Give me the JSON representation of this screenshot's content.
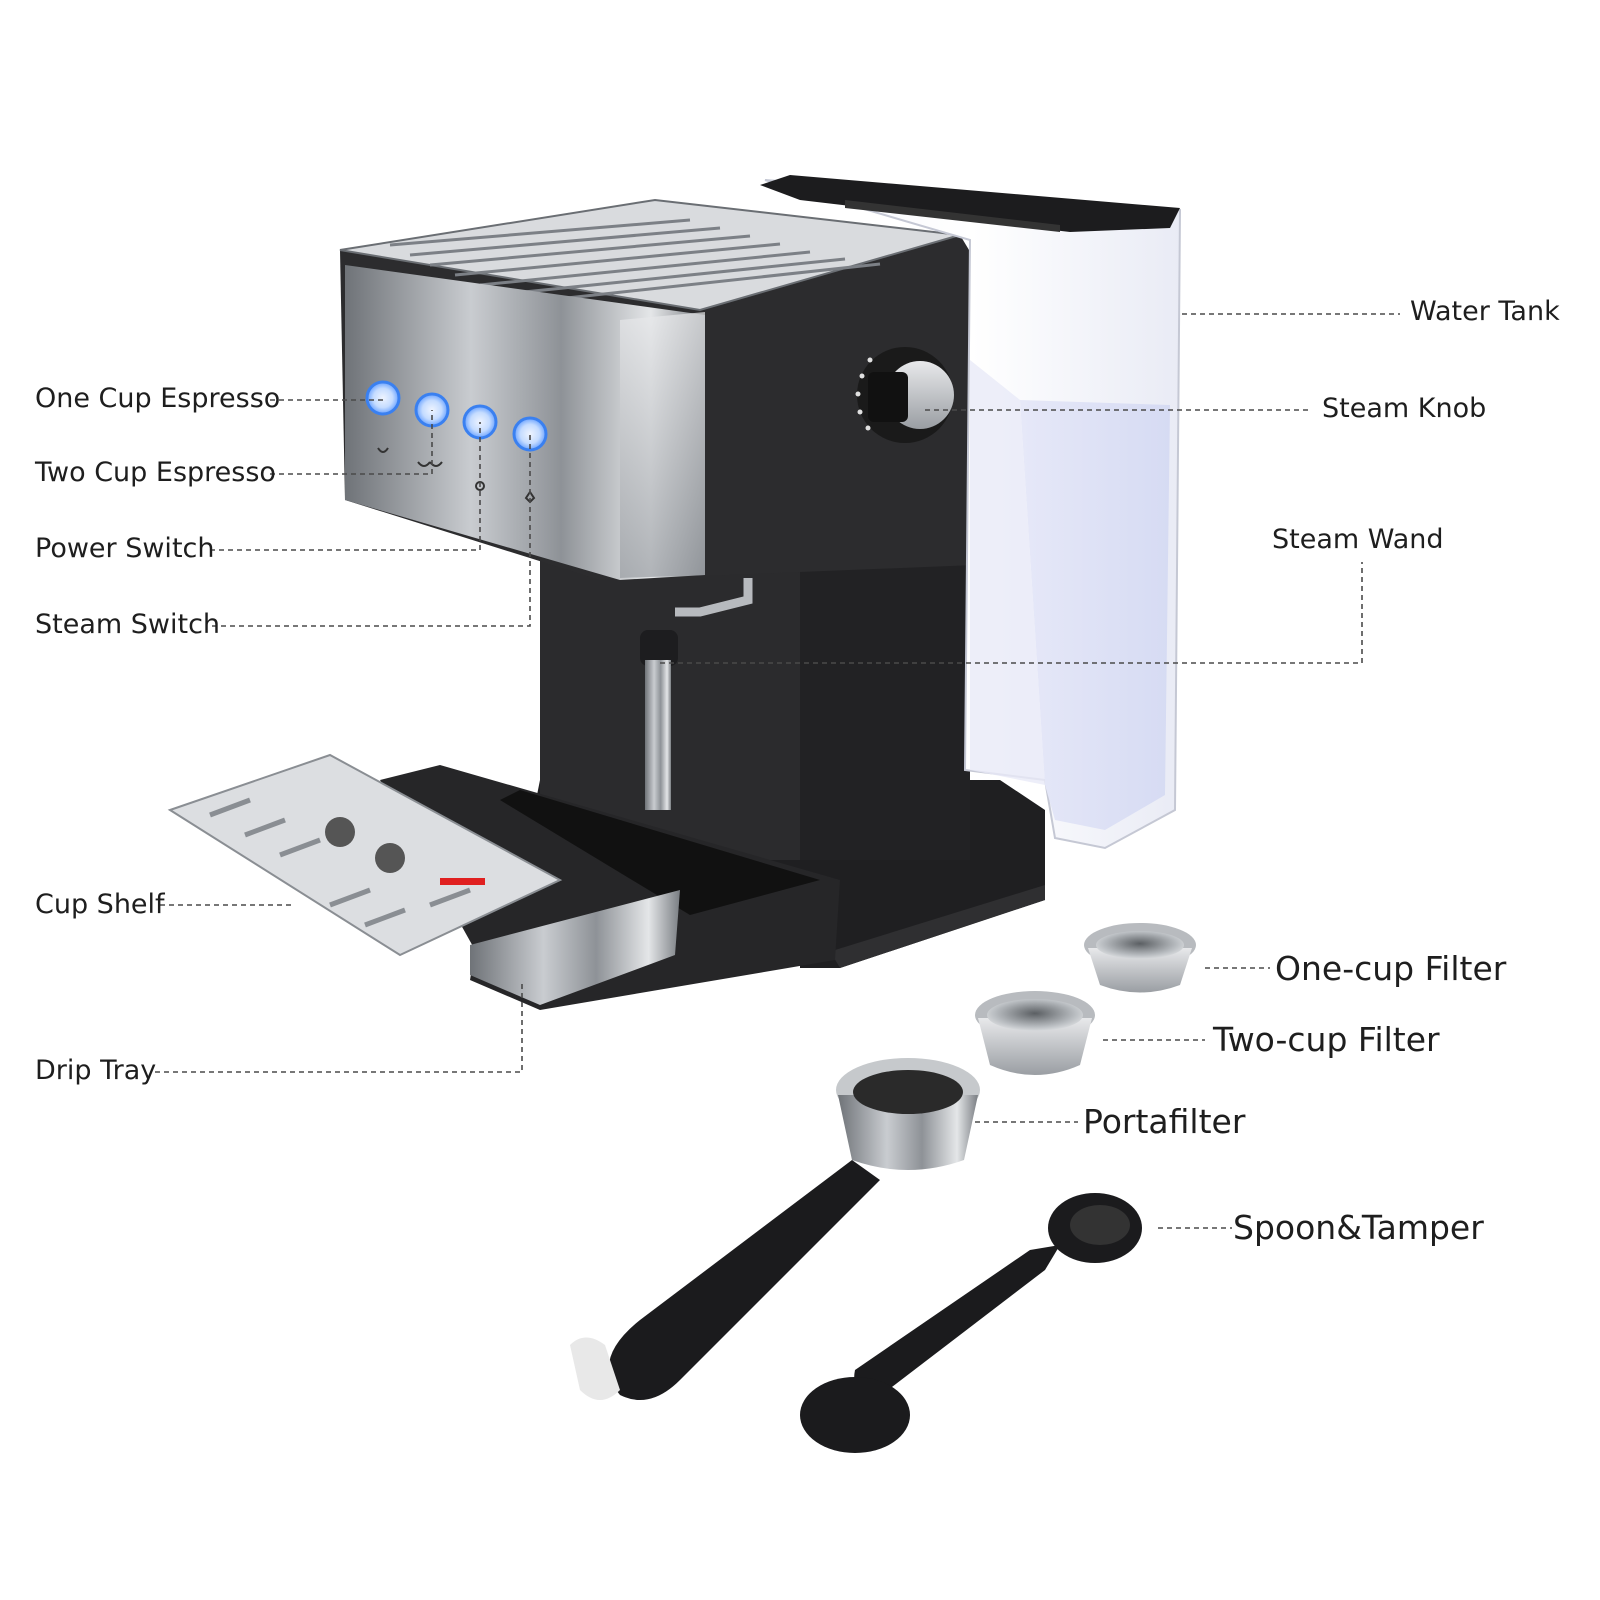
{
  "labels": {
    "one_cup_espresso": "One Cup Espresso",
    "two_cup_espresso": "Two Cup Espresso",
    "power_switch": "Power Switch",
    "steam_switch": "Steam Switch",
    "cup_shelf": "Cup Shelf",
    "drip_tray": "Drip Tray",
    "water_tank": "Water Tank",
    "steam_knob": "Steam Knob",
    "steam_wand": "Steam Wand",
    "one_cup_filter": "One-cup Filter",
    "two_cup_filter": "Two-cup Filter",
    "portafilter": "Portafilter",
    "spoon_tamper": "Spoon&Tamper"
  },
  "colors": {
    "machine_body": "#2c2c2e",
    "stainless": "#a9adb2",
    "water": "#dfe3f7",
    "button_glow": "#7fb4ff",
    "shelf_indicator": "#e02020"
  }
}
